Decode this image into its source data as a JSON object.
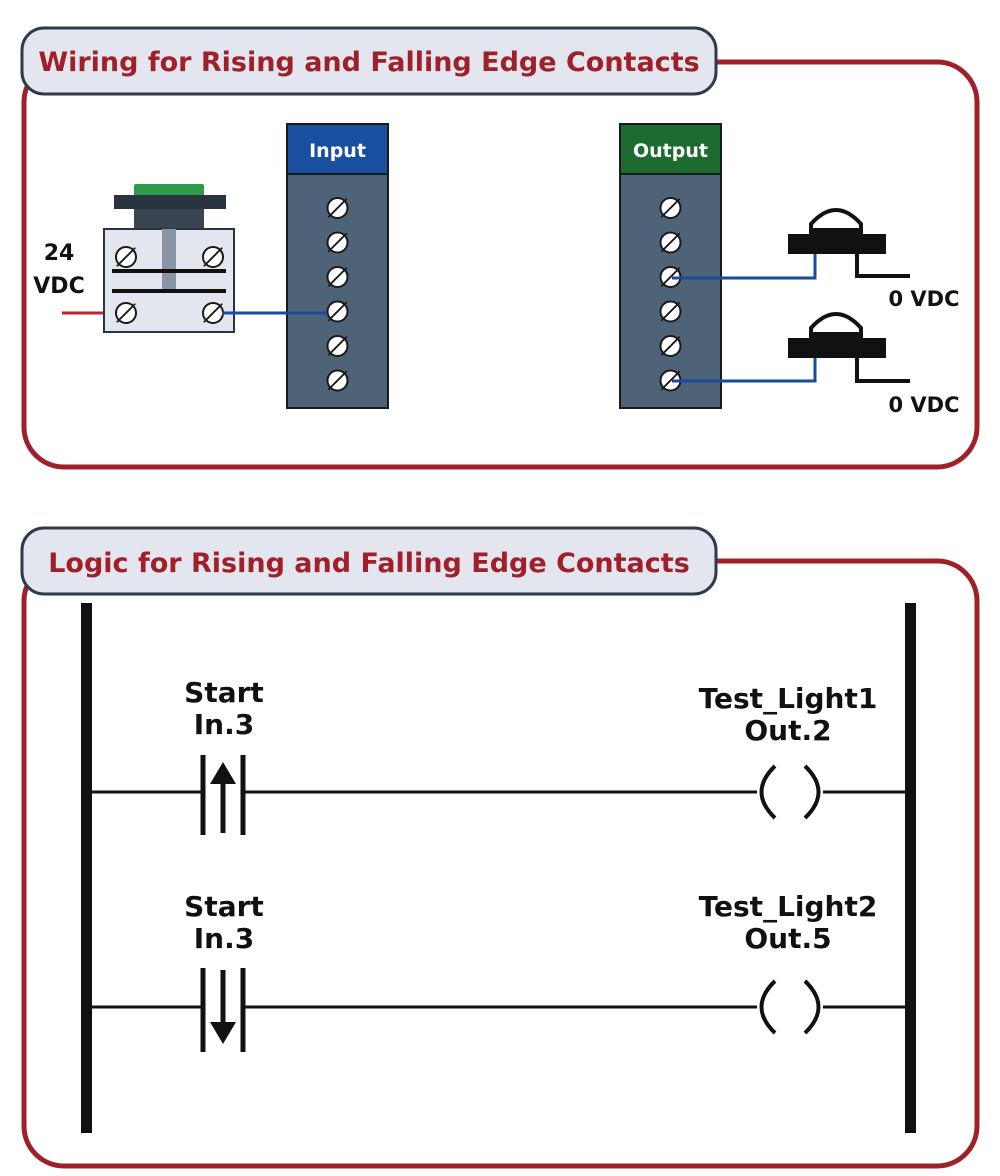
{
  "colors": {
    "frame": "#a0202a",
    "header_bg": "#e3e6ee",
    "header_border": "#2e3a4a",
    "module_body": "#4e6278",
    "input_header": "#1a4fa0",
    "output_header": "#1e6b32",
    "wire_blue": "#1a4a9a",
    "wire_red": "#c8202a",
    "button_cap": "#2e9a4a"
  },
  "wiring": {
    "title": "Wiring for Rising and Falling Edge Contacts",
    "supply_voltage": "24",
    "supply_unit": "VDC",
    "input_module_label": "Input",
    "output_module_label": "Output",
    "lamp1_return": "0 VDC",
    "lamp2_return": "0 VDC",
    "terminal_count": 6
  },
  "logic": {
    "title": "Logic for Rising and Falling Edge Contacts",
    "rungs": [
      {
        "contact_name": "Start",
        "contact_address": "In.3",
        "contact_type": "rising-edge",
        "coil_name": "Test_Light1",
        "coil_address": "Out.2"
      },
      {
        "contact_name": "Start",
        "contact_address": "In.3",
        "contact_type": "falling-edge",
        "coil_name": "Test_Light2",
        "coil_address": "Out.5"
      }
    ]
  }
}
